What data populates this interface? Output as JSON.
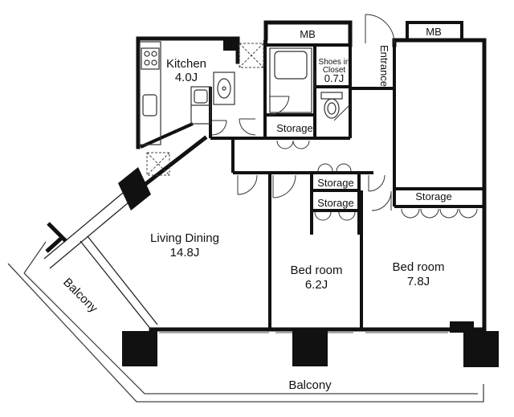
{
  "rooms": {
    "kitchen": {
      "name": "Kitchen",
      "size": "4.0J"
    },
    "mb_top": {
      "name": "MB"
    },
    "mb_right": {
      "name": "MB"
    },
    "shoes_closet": {
      "line1": "Shoes in",
      "line2": "Closet",
      "size": "0.7J"
    },
    "entrance": {
      "name": "Entrance"
    },
    "storage_bath": {
      "name": "Storage"
    },
    "storage_hall_1": {
      "name": "Storage"
    },
    "storage_hall_2": {
      "name": "Storage"
    },
    "storage_bed2": {
      "name": "Storage"
    },
    "living_dining": {
      "name": "Living Dining",
      "size": "14.8J"
    },
    "bedroom_1": {
      "name": "Bed room",
      "size": "6.2J"
    },
    "bedroom_2": {
      "name": "Bed room",
      "size": "7.8J"
    },
    "balcony_side": {
      "name": "Balcony"
    },
    "balcony_bottom": {
      "name": "Balcony"
    }
  },
  "colors": {
    "wall": "#111111",
    "line": "#333333",
    "background": "#ffffff"
  }
}
